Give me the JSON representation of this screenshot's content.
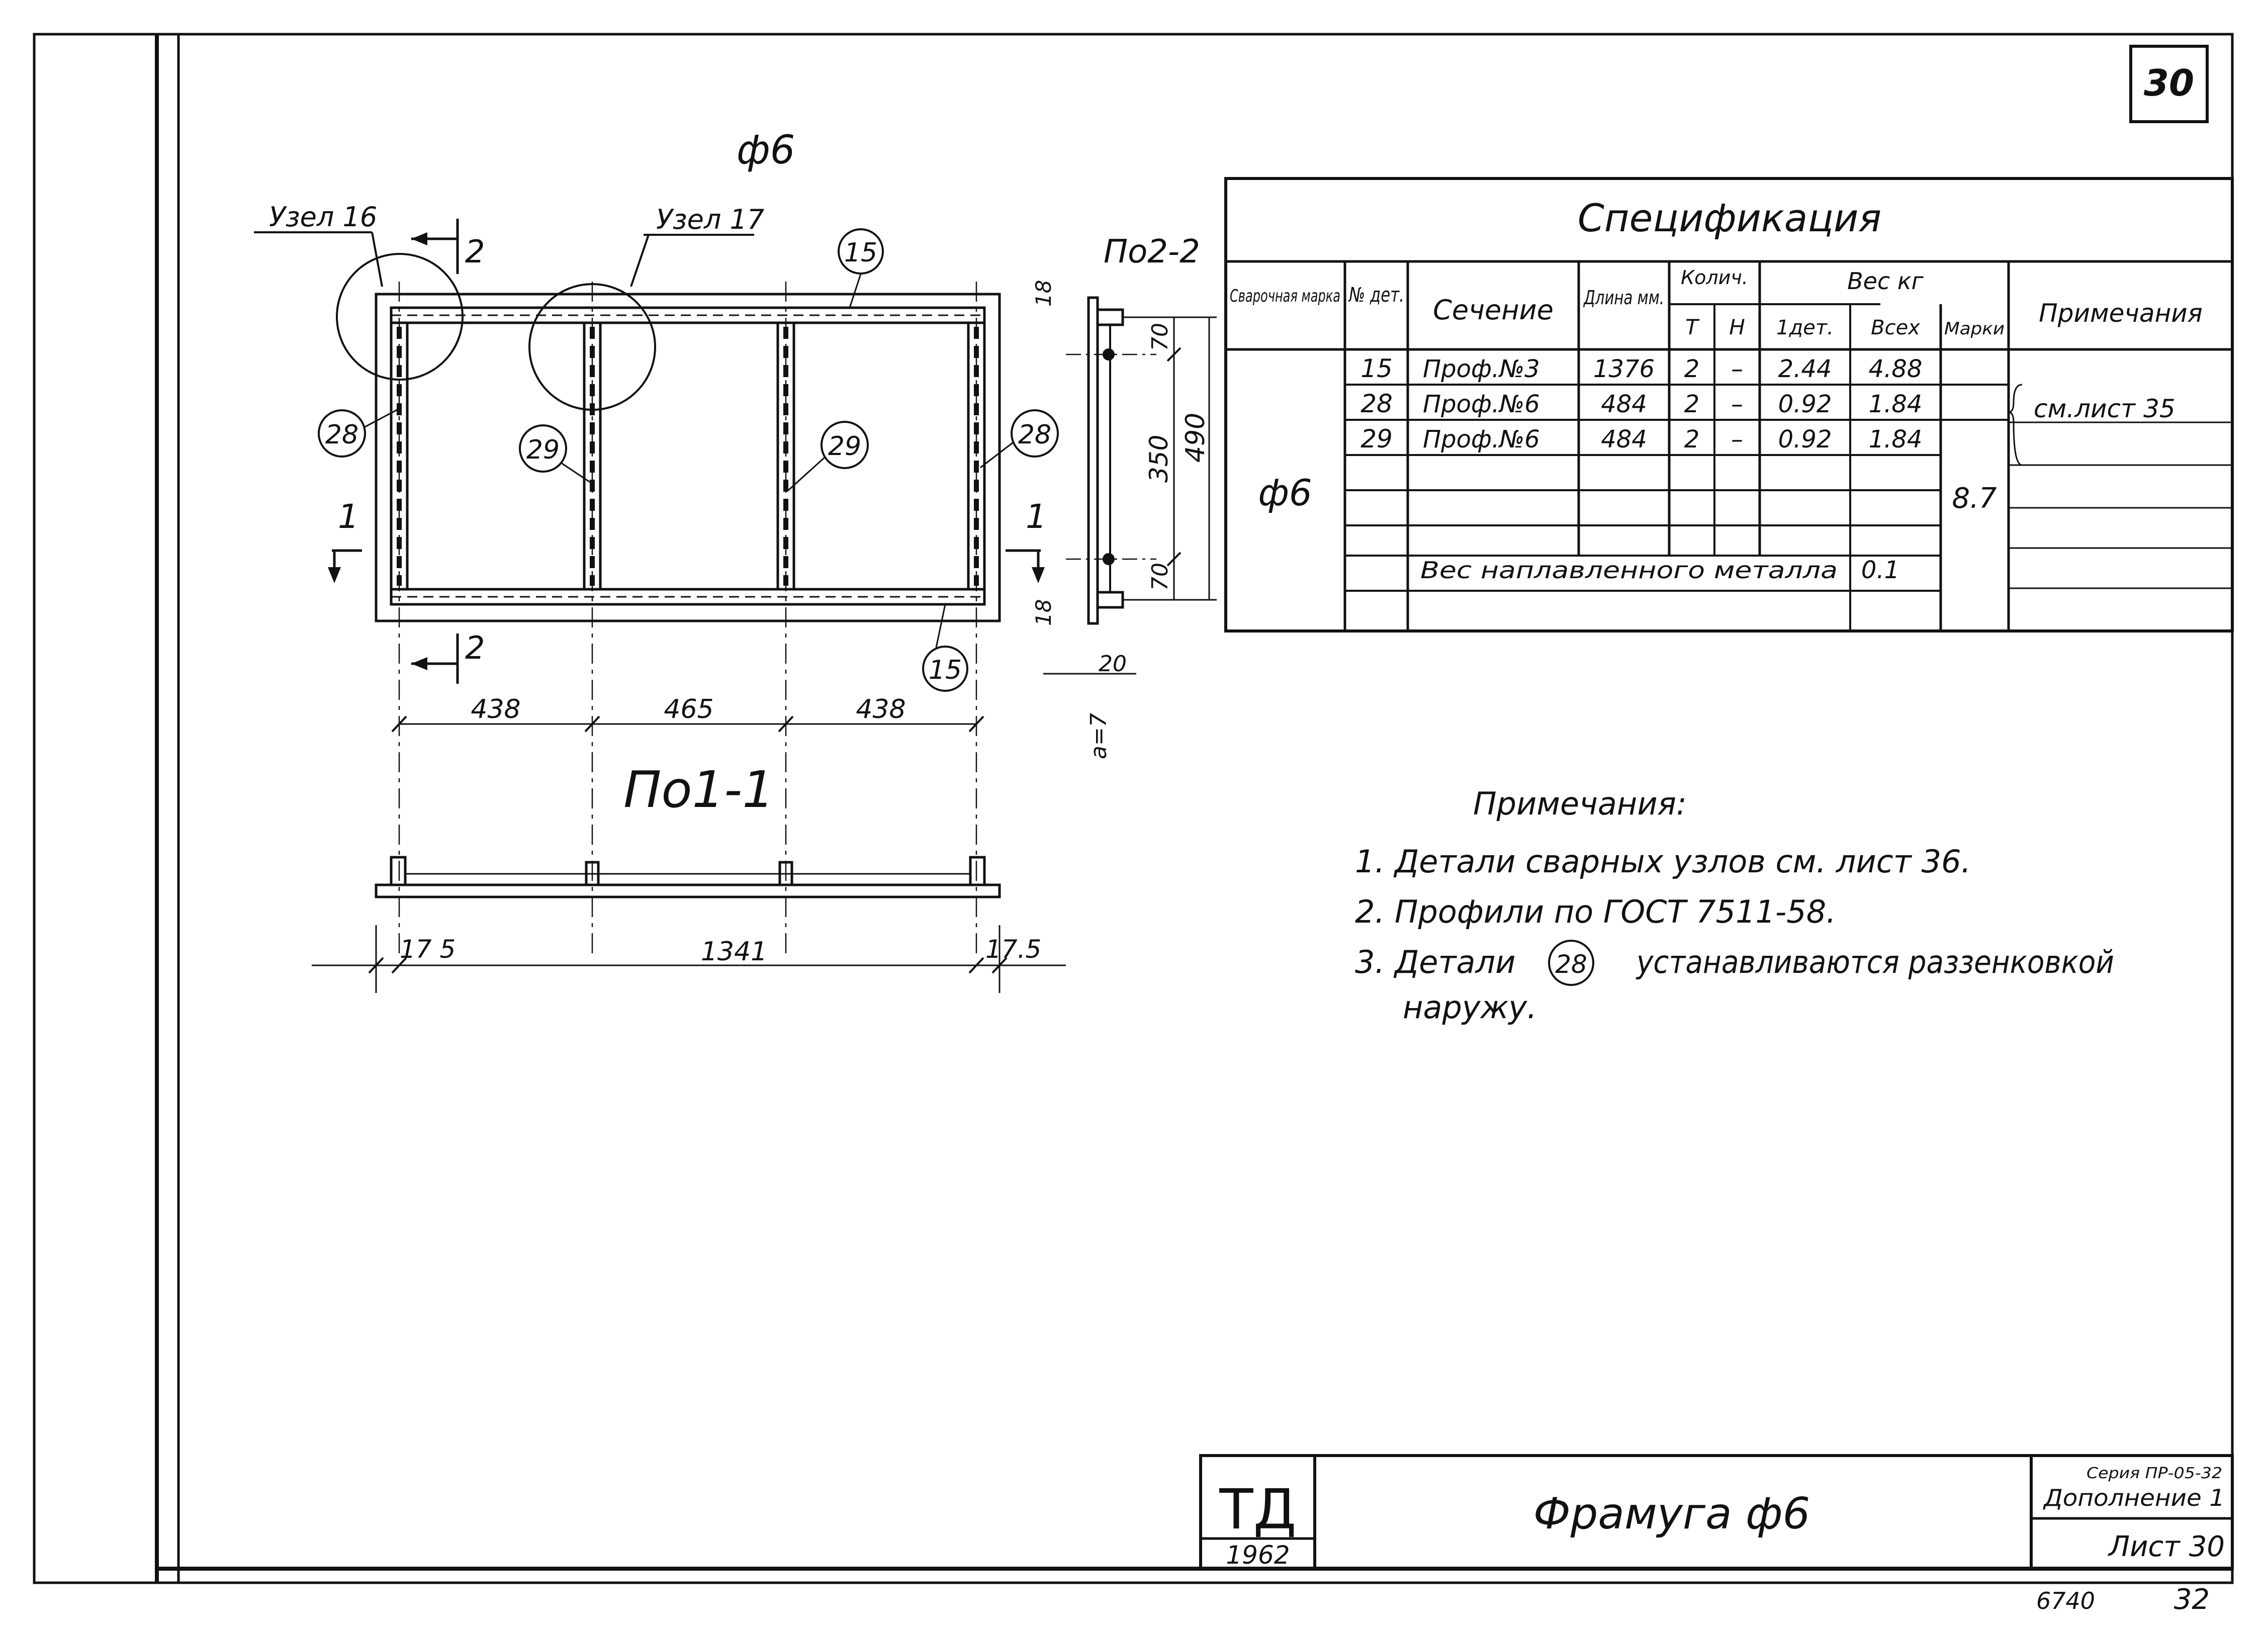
{
  "sheet": {
    "page_number": "30",
    "title": "Фрамуга   ф6",
    "org": "ТД",
    "year": "1962",
    "series_code": "Серия ПР-05-32",
    "supplement": "Дополнение 1",
    "sheet_label": "Лист 30",
    "archive_number": "6740",
    "archive_page": "32"
  },
  "drawing": {
    "view_title": "ф6",
    "node_16": "Узел 16",
    "node_17": "Узел 17",
    "section_2_title": "По2-2",
    "section_1_title": "По1-1",
    "cut_1": "1",
    "cut_2": "2",
    "part_15": "15",
    "part_28": "28",
    "part_29": "29",
    "dim_438": "438",
    "dim_465": "465",
    "dim_1341": "1341",
    "dim_17_5": "17.5",
    "dim_17_5_left": "17 5",
    "dim_70": "70",
    "dim_350": "350",
    "dim_490": "490",
    "dim_18": "18",
    "dim_20": "20",
    "dim_a7": "a=7"
  },
  "spec": {
    "title": "Спецификация",
    "headers": {
      "mark": "Сварочная марка",
      "part_no": "№ дет.",
      "section": "Сечение",
      "length": "Длина мм.",
      "qty": "Колич.",
      "qty_t": "Т",
      "qty_n": "Н",
      "weight": "Вес кг",
      "w_one": "1дет.",
      "w_all": "Всех",
      "w_mark": "Марки",
      "note": "Примечания"
    },
    "mark_value": "ф6",
    "rows": [
      {
        "no": "15",
        "section": "Проф.№3",
        "length": "1376",
        "t": "2",
        "n": "–",
        "one": "2.44",
        "all": "4.88"
      },
      {
        "no": "28",
        "section": "Проф.№6",
        "length": "484",
        "t": "2",
        "n": "–",
        "one": "0.92",
        "all": "1.84"
      },
      {
        "no": "29",
        "section": "Проф.№6",
        "length": "484",
        "t": "2",
        "n": "–",
        "one": "0.92",
        "all": "1.84"
      }
    ],
    "mark_weight": "8.7",
    "note_ref": "см.лист 35",
    "weld_label": "Вес наплавленного металла",
    "weld_value": "0.1"
  },
  "notes": {
    "title": "Примечания:",
    "items": [
      "1. Детали сварных узлов см. лист 36.",
      "2. Профили по ГОСТ 7511-58."
    ],
    "item3_prefix": "3. Детали",
    "item3_ref": "28",
    "item3_suffix": "устанавливаются раззенковкой",
    "item3_cont": "наружу."
  }
}
